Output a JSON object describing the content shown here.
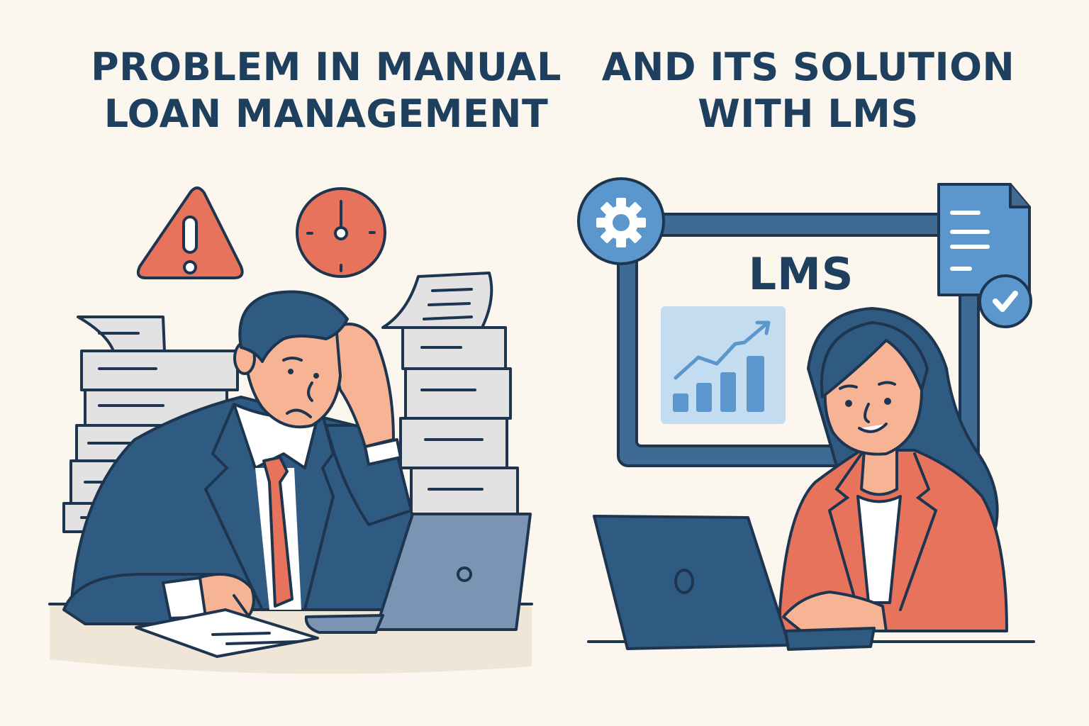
{
  "left_panel": {
    "title_line1": "PROBLEM IN MANUAL",
    "title_line2": "LOAN MANAGEMENT",
    "icons": [
      "warning-icon",
      "clock-icon"
    ],
    "scene": "stressed man in suit at desk with paper stacks, writing by hand, laptop"
  },
  "right_panel": {
    "title_line1": "AND ITS SOLUTION",
    "title_line2": "WITH LMS",
    "screen_label": "LMS",
    "icons": [
      "gear-icon",
      "document-icon",
      "checkmark-icon",
      "growth-chart-icon"
    ],
    "scene": "smiling woman in orange blazer working on laptop in front of LMS dashboard"
  },
  "colors": {
    "background": "#fbf6ee",
    "title_navy": "#1f3f5f",
    "outline": "#1e3550",
    "suit_blue": "#2f5a82",
    "accent_coral": "#e8735c",
    "skin": "#f6b494",
    "light_blue": "#5b97cc",
    "pale_blue": "#c4dcef",
    "paper_gray": "#e2e2e2"
  }
}
